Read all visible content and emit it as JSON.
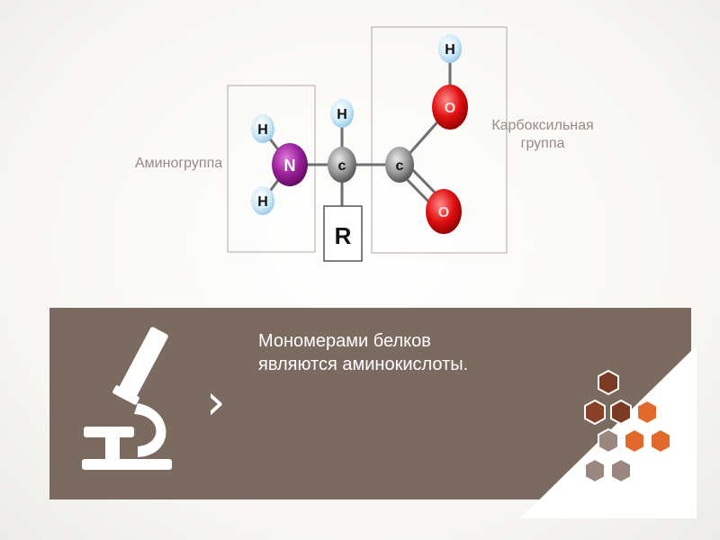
{
  "labels": {
    "amino_group": "Аминогруппа",
    "carboxyl_group_line1": "Карбоксильная",
    "carboxyl_group_line2": "группа"
  },
  "atoms": {
    "h_amino_top": "H",
    "n": "N",
    "h_amino_bottom": "H",
    "h_alpha": "H",
    "c_alpha": "c",
    "c_carboxyl": "c",
    "o_hydroxyl": "O",
    "h_hydroxyl": "H",
    "o_carbonyl": "O",
    "r_group": "R"
  },
  "banner": {
    "text_line1": "Мономерами белков",
    "text_line2": "являются аминокислоты.",
    "chevron": "›"
  },
  "icons": {
    "banner_left": "microscope-icon",
    "banner_right": "hexagon-cluster"
  },
  "colors": {
    "banner_bg": "#7b6a60",
    "nitrogen": "#8c1a8c",
    "oxygen": "#e01010",
    "hydrogen": "#bfe4f7",
    "carbon": "#8c8c8c",
    "hex_dark": "#7b3a24",
    "hex_orange": "#e06a2c",
    "hex_gray": "#9a8880"
  }
}
